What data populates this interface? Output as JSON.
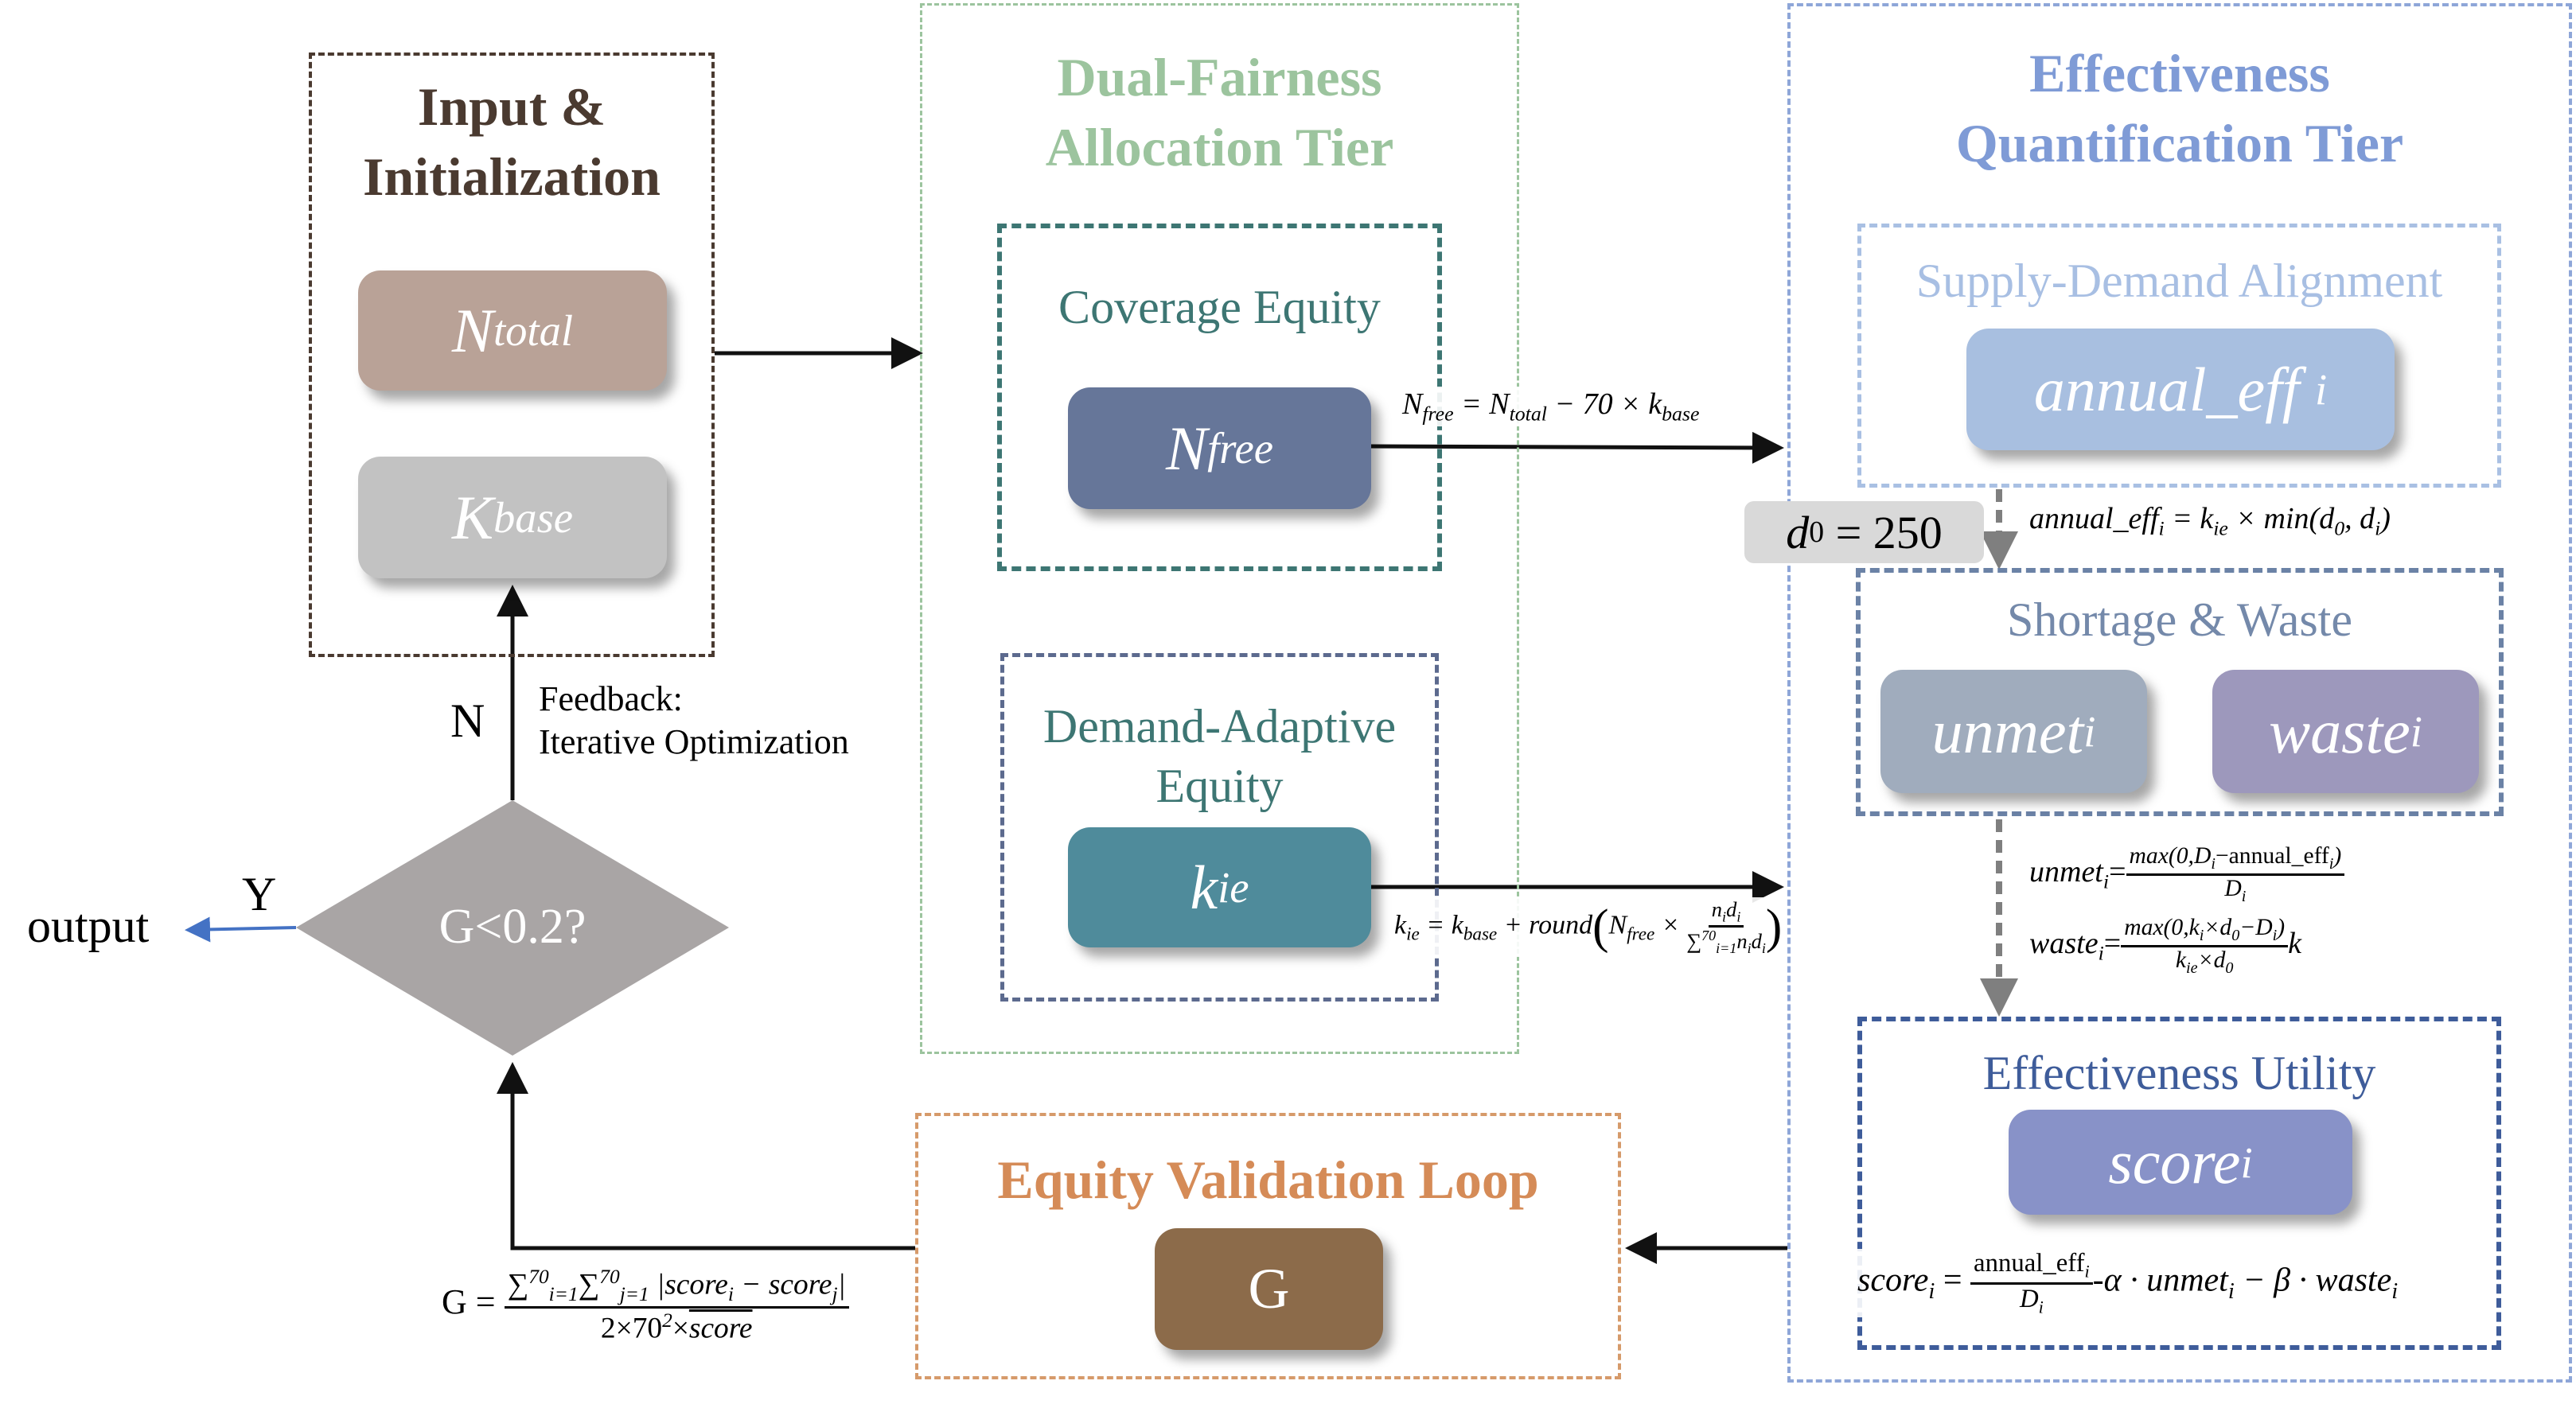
{
  "input_tier": {
    "title_line1": "Input &",
    "title_line2": "Initialization",
    "n_total": {
      "base": "N",
      "sub": "total"
    },
    "k_base": {
      "base": "K",
      "sub": "base"
    }
  },
  "allocation_tier": {
    "title_line1": "Dual-Fairness",
    "title_line2": "Allocation Tier",
    "coverage": {
      "title": "Coverage Equity",
      "node": {
        "base": "N",
        "sub": "free"
      }
    },
    "demand": {
      "title_line1": "Demand-Adaptive",
      "title_line2": "Equity",
      "node": {
        "base": "k",
        "sub": "ie"
      }
    }
  },
  "effectiveness_tier": {
    "title_line1": "Effectiveness",
    "title_line2": "Quantification Tier",
    "supply_demand": {
      "title": "Supply-Demand Alignment",
      "node": {
        "base": "annual_eff",
        "sub": "i"
      }
    },
    "d0_label": {
      "base": "d",
      "sub": "0",
      "rest": " = 250"
    },
    "shortage_waste": {
      "title": "Shortage & Waste",
      "unmet": {
        "base": "unmet",
        "sub": "i"
      },
      "waste": {
        "base": "waste",
        "sub": "i"
      }
    },
    "utility": {
      "title": "Effectiveness Utility",
      "node": {
        "base": "score",
        "sub": "i"
      }
    }
  },
  "validation_loop": {
    "title": "Equity Validation Loop",
    "node": "G"
  },
  "decision": {
    "condition": "G<0.2?",
    "yes_label": "Y",
    "no_label": "N",
    "output_label": "output",
    "feedback_line1": "Feedback:",
    "feedback_line2": "Iterative Optimization"
  },
  "formulas": {
    "n_free": {
      "a": "N",
      "a_sub": "free",
      "b": " = N",
      "b_sub": "total",
      "c": " − 70 × k",
      "c_sub": "base"
    },
    "annual_eff": {
      "a": "annual_eff",
      "a_sub": "i",
      "b": " = k",
      "b_sub": "ie",
      "c": " × min(d",
      "c_sub": "0",
      "d": ", d",
      "d_sub": "i",
      "e": ")"
    },
    "k_ie": {
      "a": "k",
      "a_sub": "ie",
      "b": " = k",
      "b_sub": "base",
      "c": " + round",
      "d": "N",
      "d_sub": "free",
      "e": " × ",
      "num": "n",
      "num_sub": "i",
      "num2": "d",
      "num2_sub": "i",
      "den": "∑",
      "den_sup": "70",
      "den_sub": "i=1",
      "den2": "n",
      "den2_sub": "i",
      "den3": "d",
      "den3_sub": "i"
    },
    "unmet": {
      "a": "unmet",
      "a_sub": "i",
      "num": "max(0,D",
      "num_sub": "i",
      "num2": "−annual_eff",
      "num2_sub": "i",
      "num3": ")",
      "den": "D",
      "den_sub": "i"
    },
    "waste": {
      "a": "waste",
      "a_sub": "i",
      "num": "max(0,k",
      "num_sub": "i",
      "num2": "×d",
      "num2_sub": "0",
      "num3": "−D",
      "num3_sub": "i",
      "num4": ")",
      "den": "k",
      "den_sub": "ie",
      "den2": "×d",
      "den2_sub": "0",
      "tail": "k"
    },
    "score": {
      "a": "score",
      "a_sub": "i",
      "num": "annual_eff",
      "num_sub": "i",
      "den": "D",
      "den_sub": "i",
      "b": "-α · unmet",
      "b_sub": "i",
      "c": " − β · waste",
      "c_sub": "i"
    },
    "gini": {
      "lhs": "G = ",
      "s1": "∑",
      "s1_sup": "70",
      "s1_sub": "i=1",
      "s2": "∑",
      "s2_sup": "70",
      "s2_sub": "j=1",
      "num": " |score",
      "num_sub": "i",
      "num2": " − score",
      "num2_sub": "j",
      "num3": "|",
      "den": "2×70",
      "den_sup": "2",
      "den2": "×",
      "den3": "score"
    }
  },
  "colors": {
    "input_border": "#4a3a30",
    "n_total": "#b9a297",
    "k_base": "#c2c2c2",
    "allocation_border": "#9cc49e",
    "coverage_border": "#3d7673",
    "n_free": "#667699",
    "demand_border": "#5c6a8e",
    "k_ie": "#4f8b9b",
    "effectiveness_border": "#8ea6d8",
    "supply_border": "#a9c0e3",
    "annual_eff": "#a8bfe0",
    "d0": "#d9d9d9",
    "shortage_border": "#6b82a6",
    "unmet": "#a0acbd",
    "waste": "#9d98bc",
    "utility_border": "#3e5c9a",
    "score": "#8892c8",
    "validation_border": "#d69a6a",
    "g_node": "#8c6b4a",
    "diamond": "#a9a5a5",
    "output_arrow": "#4472c4"
  }
}
